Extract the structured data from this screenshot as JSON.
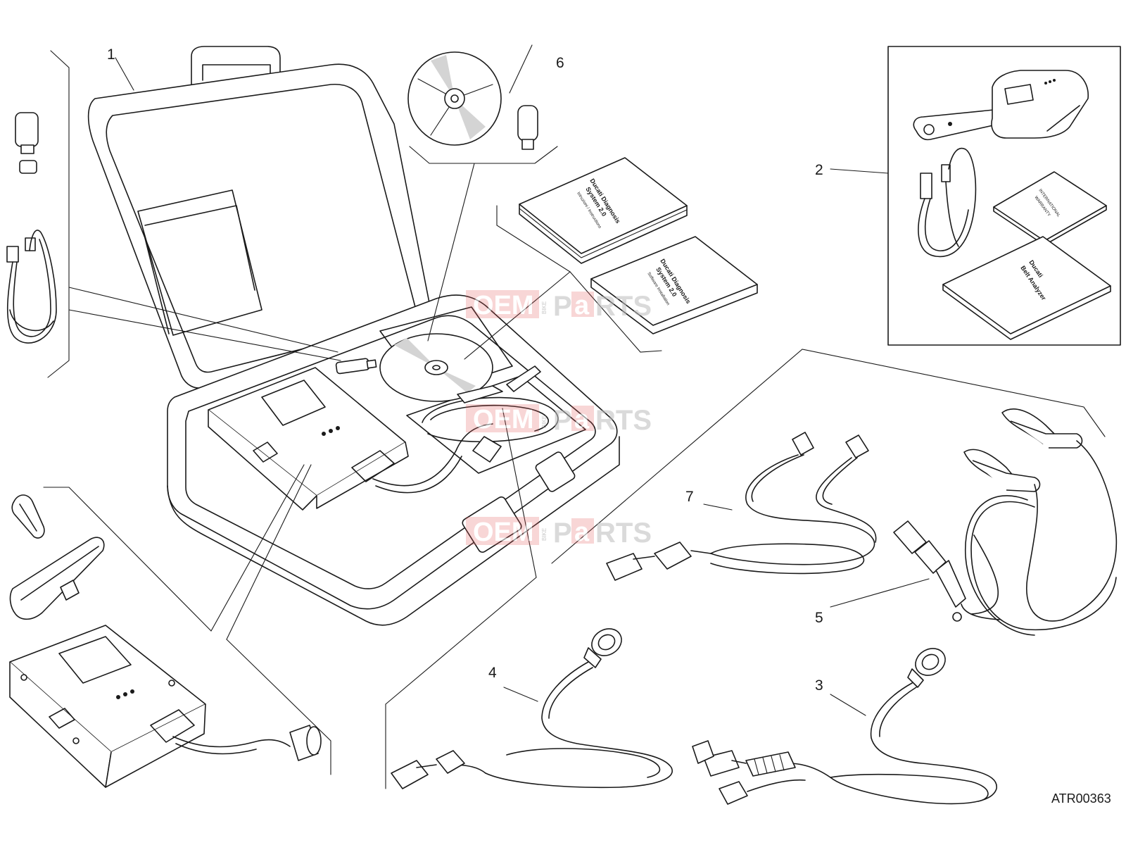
{
  "callouts": [
    {
      "id": "1",
      "label": "1"
    },
    {
      "id": "2",
      "label": "2"
    },
    {
      "id": "3",
      "label": "3"
    },
    {
      "id": "4",
      "label": "4"
    },
    {
      "id": "5",
      "label": "5"
    },
    {
      "id": "6",
      "label": "6"
    },
    {
      "id": "7",
      "label": "7"
    }
  ],
  "drawing_code": "ATR00363",
  "booklets": {
    "manual_1_line1": "Ducati Diagnosis",
    "manual_1_line2": "System 2.0",
    "manual_1_line3": "Istruzioni / Instructions",
    "manual_2_line1": "Ducati Diagnosis",
    "manual_2_line2": "System 2.0",
    "manual_2_line3": "Software Installation",
    "warranty_line1": "INTERNATIONAL",
    "warranty_line2": "WARRANTY",
    "belt_line1": "Ducati",
    "belt_line2": "Belt Analyzer"
  },
  "watermark": {
    "part1": "OEM",
    "part2": "BIKE",
    "part3": "P",
    "part4": "a",
    "part5": "RTS"
  },
  "colors": {
    "line": "#1a1a1a",
    "watermark_red": "#e55c5c",
    "watermark_grey": "#bdbdbd"
  }
}
